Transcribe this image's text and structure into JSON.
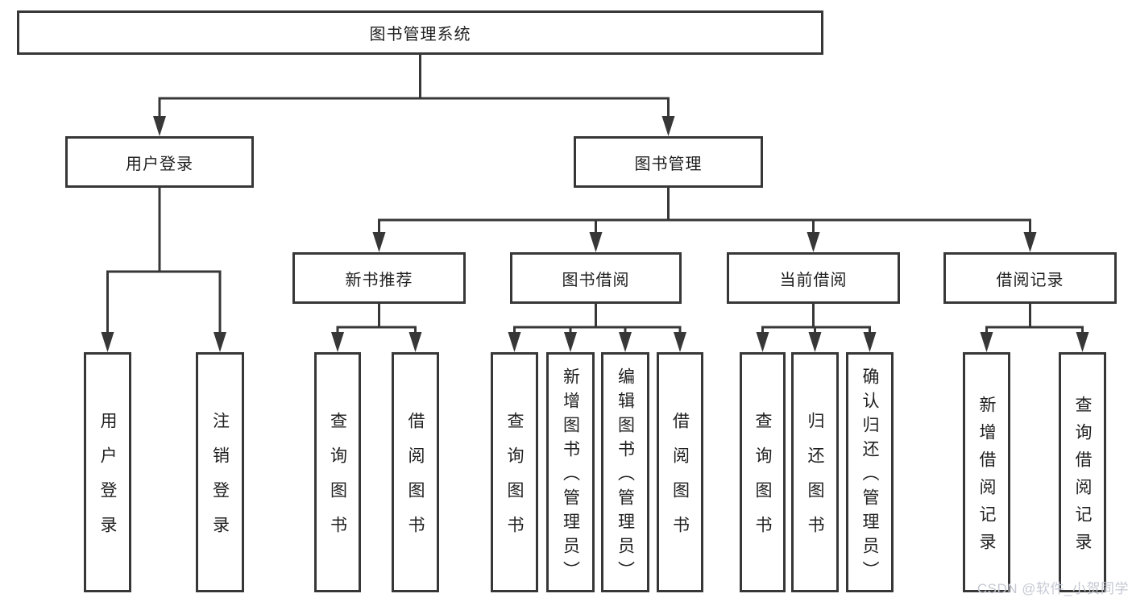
{
  "diagram": {
    "root": {
      "label": "图书管理系统"
    },
    "level2": [
      {
        "label": "用户登录"
      },
      {
        "label": "图书管理"
      }
    ],
    "level3": [
      {
        "label": "新书推荐"
      },
      {
        "label": "图书借阅"
      },
      {
        "label": "当前借阅"
      },
      {
        "label": "借阅记录"
      }
    ],
    "leaves": {
      "user_login": [
        {
          "label": "用户登录"
        },
        {
          "label": "注销登录"
        }
      ],
      "new_books": [
        {
          "label": "查询图书"
        },
        {
          "label": "借阅图书"
        }
      ],
      "book_borrow": [
        {
          "label": "查询图书"
        },
        {
          "label": "新增图书（管理员）"
        },
        {
          "label": "编辑图书（管理员）"
        },
        {
          "label": "借阅图书"
        }
      ],
      "current_borrow": [
        {
          "label": "查询图书"
        },
        {
          "label": "归还图书"
        },
        {
          "label": "确认归还（管理员）"
        }
      ],
      "borrow_records": [
        {
          "label": "新增借阅记录"
        },
        {
          "label": "查询借阅记录"
        }
      ]
    }
  },
  "watermark": {
    "text": "CSDN @软件_小贺同学"
  },
  "colors": {
    "line": "#373737",
    "border": "#373737",
    "text": "#1f1f1f",
    "watermark": "#c5c9d3",
    "background": "#ffffff"
  }
}
